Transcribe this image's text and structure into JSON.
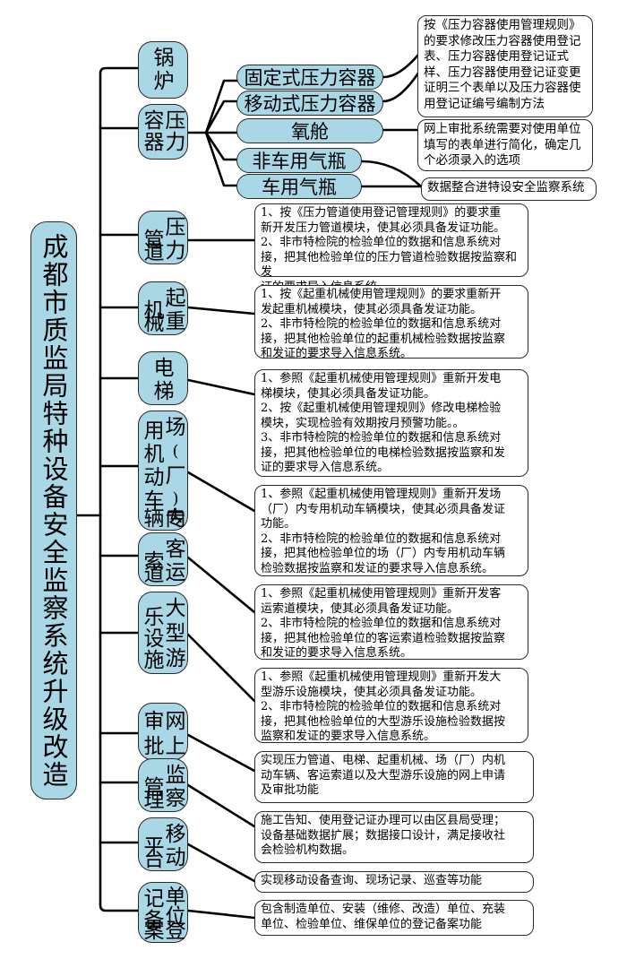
{
  "title": "成都市质监局特种设备安全监察系统升级改造",
  "categories": [
    {
      "id": "guolu",
      "chars": [
        "锅",
        "炉"
      ]
    },
    {
      "id": "rongqi",
      "chars": [
        "容",
        "压",
        "器",
        "力"
      ]
    },
    {
      "id": "guandao",
      "chars": [
        "管",
        "压",
        "道",
        "力"
      ]
    },
    {
      "id": "qizhong",
      "chars": [
        "机",
        "起",
        "械",
        "重"
      ]
    },
    {
      "id": "dianti",
      "chars": [
        "电",
        "梯"
      ]
    },
    {
      "id": "cheliang",
      "chars": [
        "用",
        "场",
        "机",
        "(",
        "动",
        "厂",
        "车",
        ")",
        "辆",
        "内",
        "专"
      ]
    },
    {
      "id": "suodao",
      "chars": [
        "索",
        "客",
        "道",
        "运"
      ]
    },
    {
      "id": "youle",
      "chars": [
        "乐",
        "大",
        "设",
        "型",
        "施",
        "游"
      ]
    },
    {
      "id": "shenpi",
      "chars": [
        "审",
        "网",
        "批",
        "上"
      ]
    },
    {
      "id": "jiancha",
      "chars": [
        "管",
        "监",
        "理",
        "察"
      ]
    },
    {
      "id": "yidong",
      "chars": [
        "平",
        "移",
        "台",
        "动"
      ]
    },
    {
      "id": "beian",
      "chars": [
        "记",
        "单",
        "备",
        "位",
        "案",
        "登"
      ]
    }
  ],
  "subitems": [
    {
      "id": "gudingshi",
      "label": "固定式压力容器"
    },
    {
      "id": "yidongshi",
      "label": "移动式压力容器"
    },
    {
      "id": "yangcang",
      "label": "氧舱"
    },
    {
      "id": "feichequ",
      "label": "非车用气瓶"
    },
    {
      "id": "cheyong",
      "label": "车用气瓶"
    }
  ],
  "notes": {
    "rongqi_rules": "按《压力容器使用管理规则》\n的要求修改压力容器使用登记\n表、压力容器使用登记证式\n样、压力容器使用登记证变更\n证明三个表单以及压力容器使\n用登记证编号编制方法",
    "yangcang": "网上审批系统需要对使用单位\n填写的表单进行简化，确定几\n个必须录入的选项",
    "qiping": "数据整合进特设安全监察系统",
    "guandao": "1、按《压力管道使用登记管理规则》的要求重\n新开发压力管道模块，使其必须具备发证功能。\n2、非市特检院的检验单位的数据和信息系统对\n接，把其他检验单位的压力管道检验数据按监察和发\n证的要求导入信息系统。",
    "qizhong": "1、按《起重机械使用管理规则》的要求重新开\n发起重机械模块，使其必须具备发证功能。\n2、非市特检院的检验单位的数据和信息系统对\n接，把其他检验单位的起重机械检验数据按监察\n和发证的要求导入信息系统。",
    "dianti": "1、参照《起重机械使用管理规则》重新开发电\n梯模块，使其必须具备发证功能。\n2、按《起重机械使用管理规则》修改电梯检验\n模块，实现检验有效期按月预警功能。。\n3、非市特检院的检验单位的数据和信息系统对\n接，把其他检验单位的电梯检验数据按监察和发\n证的要求导入信息系统。",
    "cheliang": "1、参照《起重机械使用管理规则》重新开发场\n（厂）内专用机动车辆模块，使其必须具备发证\n功能。\n2、非市特检院的检验单位的数据和信息系统对\n接，把其他检验单位的场（厂）内专用机动车辆\n检验数据按监察和发证的要求导入信息系统。",
    "suodao": "1、参照《起重机械使用管理规则》重新开发客\n运索道模块，使其必须具备发证功能。\n2、非市特检院的检验单位的数据和信息系统对\n接，把其他检验单位的客运索道检验数据按监察\n和发证的要求导入信息系统。",
    "youle": "1、参照《起重机械使用管理规则》重新开发大\n型游乐设施模块，使其必须具备发证功能。\n2、非市特检院的检验单位的数据和信息系统对\n接，把其他检验单位的大型游乐设施检验数据按\n监察和发证的要求导入信息系统。",
    "shenpi": "实现压力管道、电梯、起重机械、场（厂）内机\n动车辆、客运索道以及大型游乐设施的网上申请\n及审批功能",
    "jiancha": "施工告知、使用登记证办理可以由区县局受理；\n设备基础数据扩展；数据接口设计，满足接收社\n会检验机构数据。",
    "yidong": "实现移动设备查询、现场记录、巡查等功能",
    "beian": "包含制造单位、安装（维修、改造）单位、充装\n单位、检验单位、维保单位的登记备案功能"
  }
}
